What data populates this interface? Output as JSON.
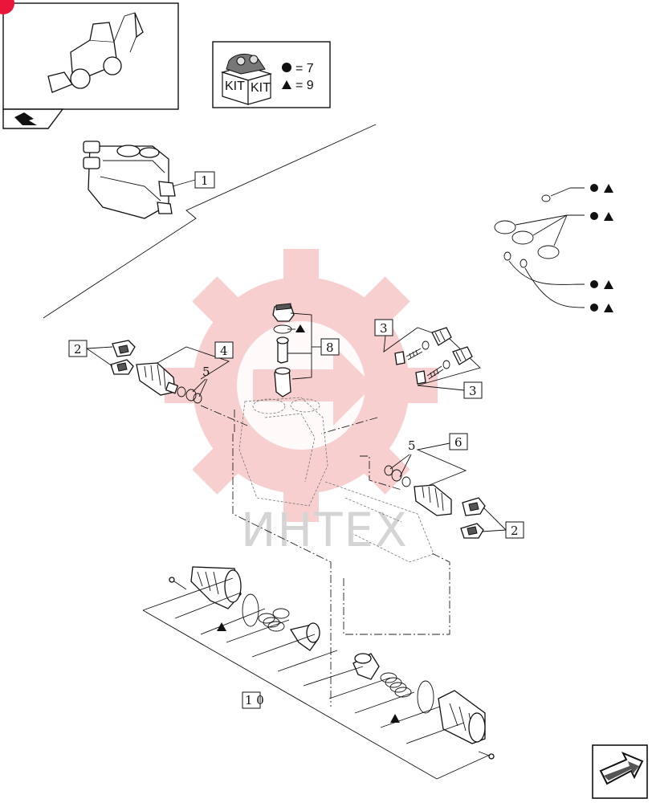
{
  "kit_legend": {
    "kit_label": "KIT",
    "circle_qty": "= 7",
    "triangle_qty": "= 9"
  },
  "callouts": {
    "valve_assembly": "1",
    "bracket_left": "2",
    "bracket_right": "2",
    "plug_top": "3",
    "plug_bottom": "3",
    "spool_left": "4",
    "seals_left": "5",
    "seals_right": "5",
    "spool_right": "6",
    "check_valve": "8",
    "spring_set": "1 0"
  },
  "watermark": "ИНТЕХ",
  "colors": {
    "badge": "#e8173a",
    "watermark": "#f3a8a8"
  },
  "icons": {
    "nav_back": "arrow-icon",
    "nav_next": "arrow-icon"
  }
}
